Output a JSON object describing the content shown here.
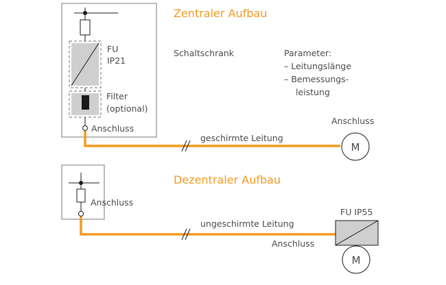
{
  "colors": {
    "accent": "#f29a1e",
    "line": "#1a1a1a",
    "text": "#4a4a4a",
    "box_border": "#777777",
    "component_fill": "#cfcfcf"
  },
  "central": {
    "title": "Zentraler Aufbau",
    "cabinet_label": "Schaltschrank",
    "fu_label_line1": "FU",
    "fu_label_line2": "IP21",
    "filter_label_line1": "Filter",
    "filter_label_line2": "(optional)",
    "connection_label": "Anschluss",
    "parameters_title": "Parameter:",
    "parameters_item1": "– Leitungslänge",
    "parameters_item2_line1": "– Bemessungs-",
    "parameters_item2_line2": "leistung",
    "motor_connection_label": "Anschluss",
    "cable_label": "geschirmte Leitung",
    "motor_symbol": "M"
  },
  "decentral": {
    "title": "Dezentraler Aufbau",
    "connection_label": "Anschluss",
    "cable_label": "ungeschirmte Leitung",
    "fu_label": "FU IP55",
    "fu_connection_label": "Anschluss",
    "motor_symbol": "M"
  }
}
